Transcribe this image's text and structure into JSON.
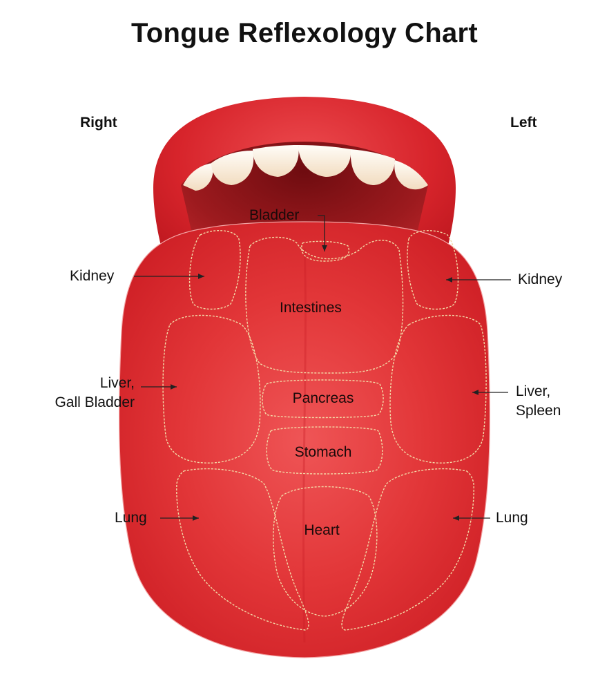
{
  "title": "Tongue Reflexology Chart",
  "sides": {
    "right": "Right",
    "left": "Left"
  },
  "labels": {
    "bladder": "Bladder",
    "kidney_right": "Kidney",
    "kidney_left": "Kidney",
    "intestines": "Intestines",
    "liver_gall_line1": "Liver,",
    "liver_gall_line2": "Gall Bladder",
    "liver_spleen_line1": "Liver,",
    "liver_spleen_line2": "Spleen",
    "pancreas": "Pancreas",
    "stomach": "Stomach",
    "lung_right": "Lung",
    "lung_left": "Lung",
    "heart": "Heart"
  },
  "colors": {
    "lip": "#d8232a",
    "tongue": "#e23a3a",
    "mouth_dark": "#8e1418",
    "teeth": "#fff7ec",
    "zone_outline": "#f3d9a6"
  }
}
